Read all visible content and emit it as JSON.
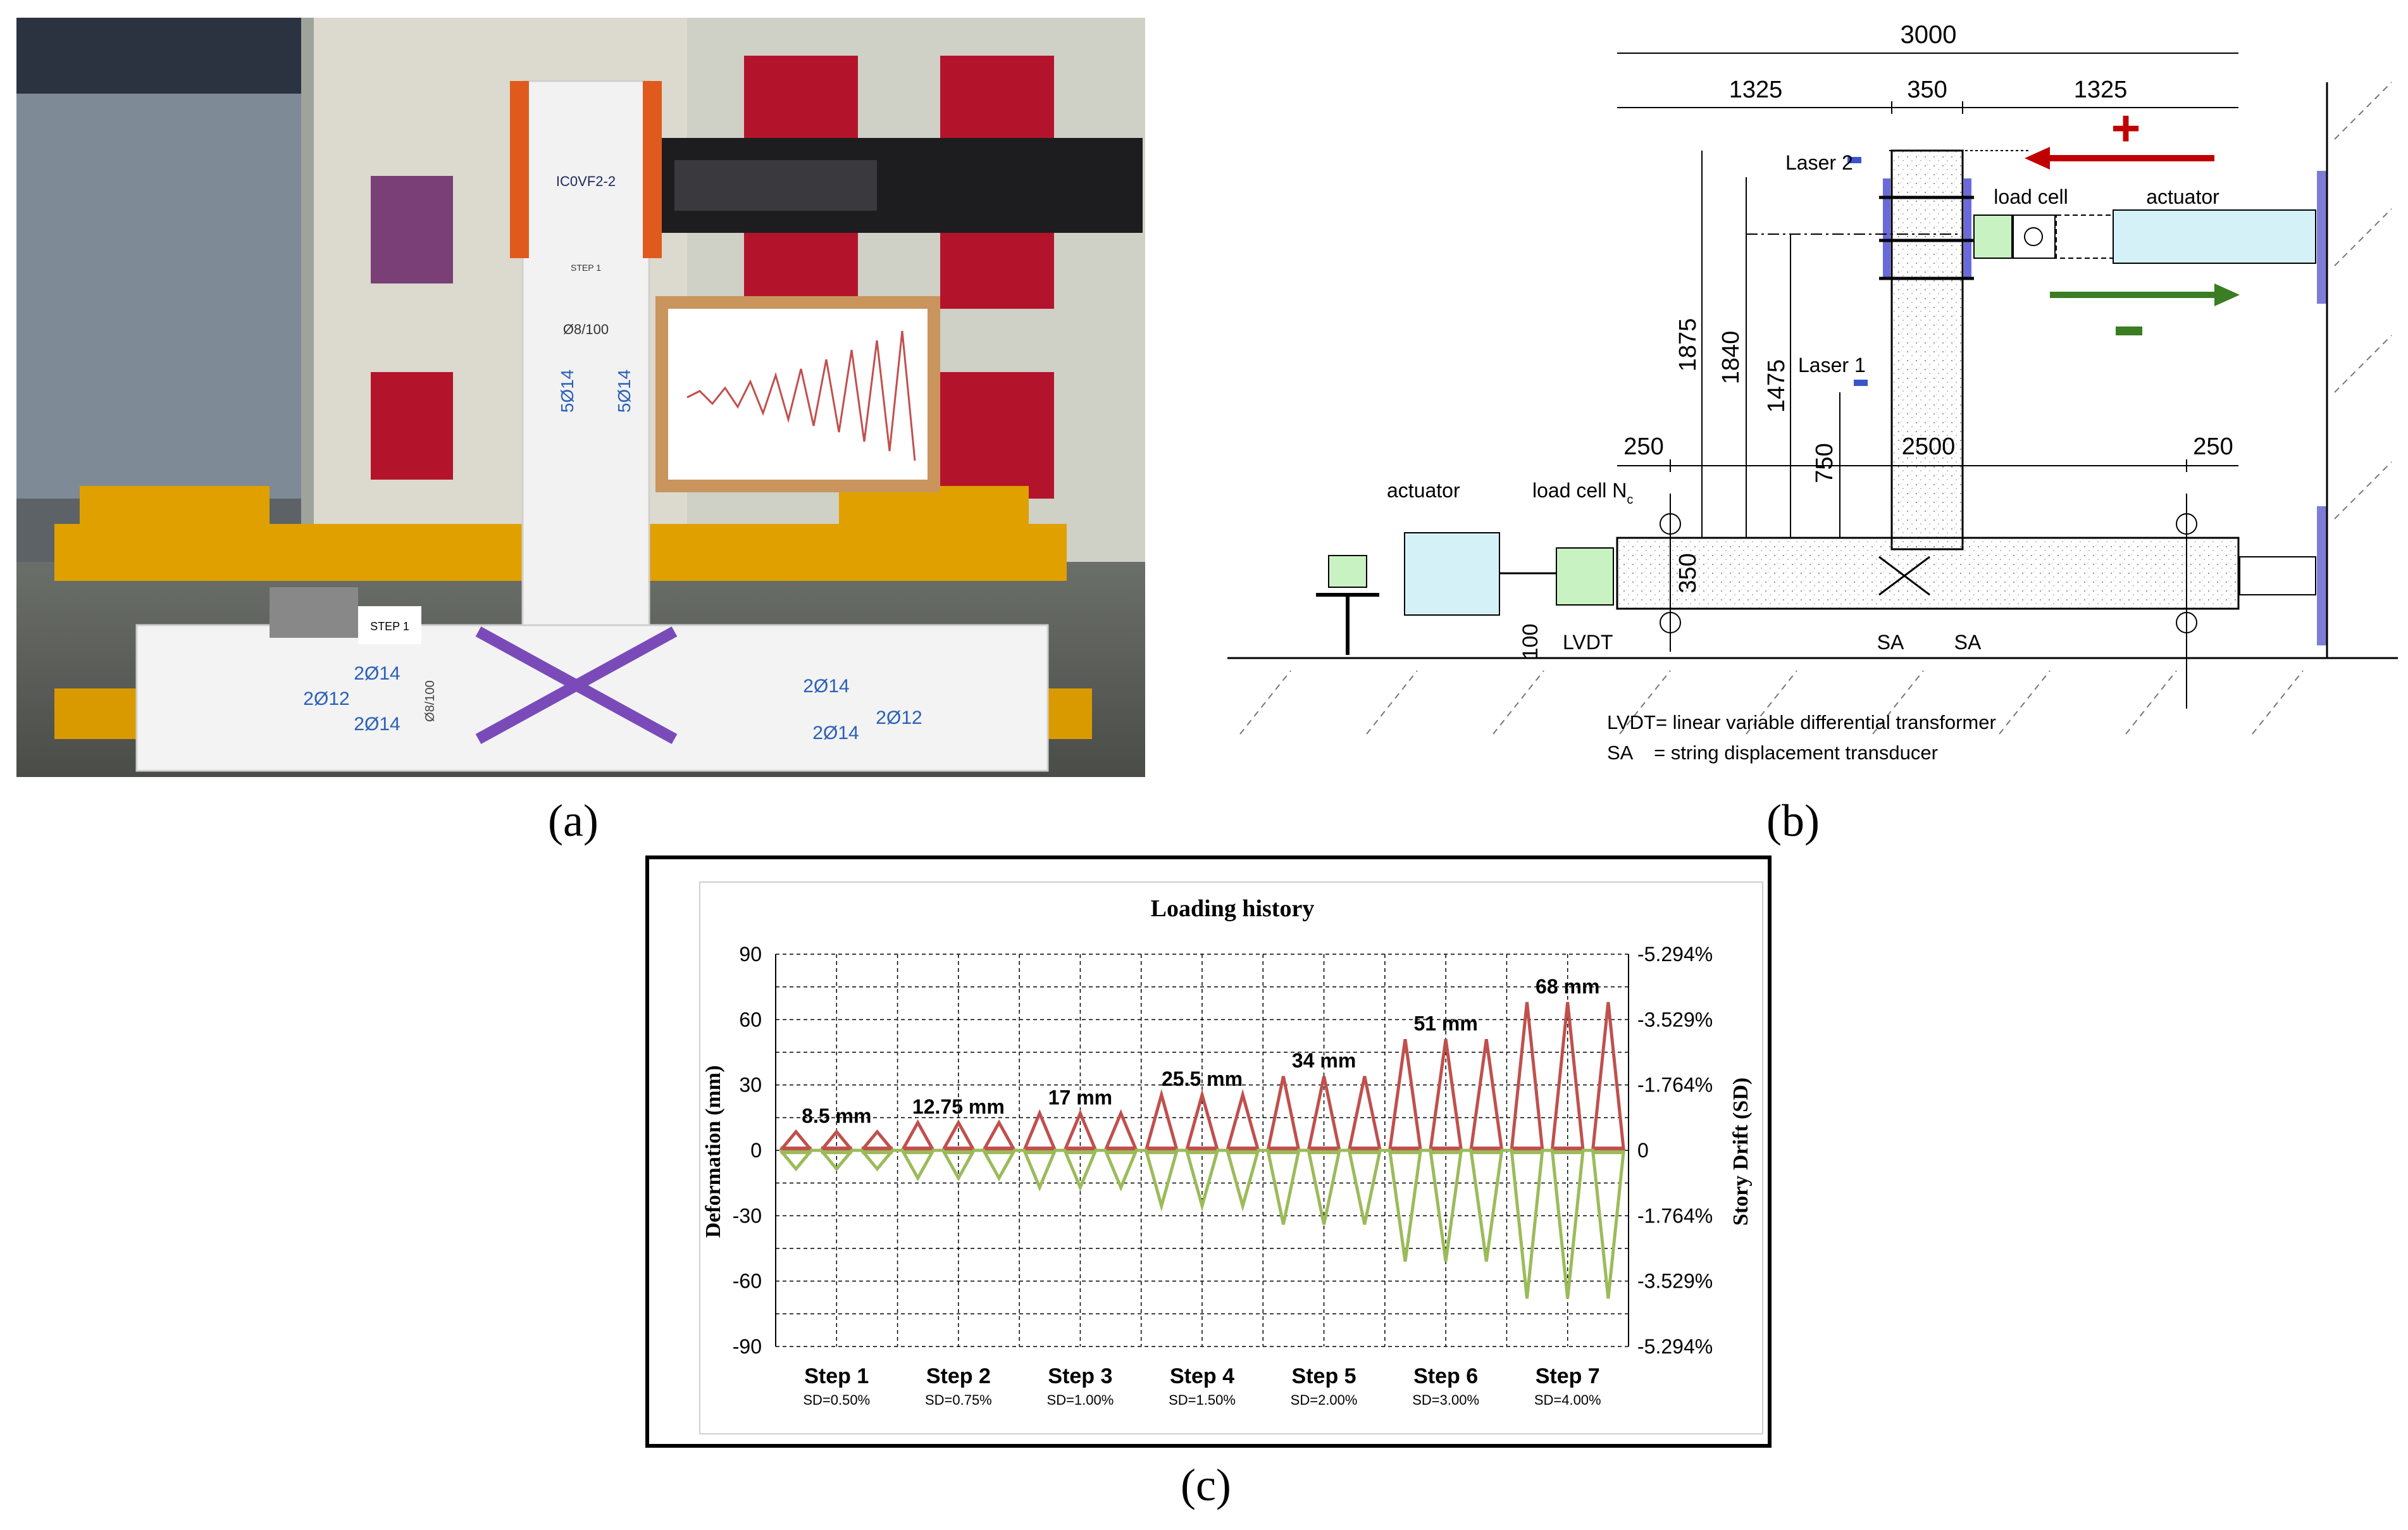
{
  "captions": {
    "a": "(a)",
    "b": "(b)",
    "c": "(c)"
  },
  "photo": {
    "labels": {
      "specimen": "IC0VF2-2",
      "step_sheet": "STEP 1",
      "stirrups": "Ø8/100",
      "col_left": "5Ø14",
      "col_right": "5Ø14",
      "beam_top_left": "2Ø14",
      "beam_bot_left": "2Ø12",
      "beam_mid_left": "2Ø14",
      "beam_stirrups": "Ø8/100",
      "beam_top_right": "2Ø14",
      "beam_mid_right": "2Ø14",
      "beam_bot_right": "2Ø12",
      "step_sign": "STEP 1"
    }
  },
  "diagram": {
    "dims": {
      "total": "3000",
      "left_top": "1325",
      "col_width": "350",
      "right_top": "1325",
      "h1875": "1875",
      "h1840": "1840",
      "h1475": "1475",
      "h750": "750",
      "beam_depth": "350",
      "offset100": "100",
      "left_support": "250",
      "span": "2500",
      "right_support": "250"
    },
    "labels": {
      "laser2": "Laser 2",
      "laser1": "Laser 1",
      "load_cell_top": "load cell",
      "actuator_top": "actuator",
      "actuator_left": "actuator",
      "load_cell_left": "load cell N",
      "load_cell_sub": "c",
      "lvdt": "LVDT",
      "sa1": "SA",
      "sa2": "SA",
      "plus": "+",
      "minus": "-",
      "legend1": "LVDT= linear variable differential transformer",
      "legend2": "SA    = string displacement transducer"
    },
    "colors": {
      "push": "#c00000",
      "pull": "#3a7d22",
      "actuator": "#d4f1f7",
      "loadcell": "#c9f2c2"
    }
  },
  "chart_data": {
    "type": "line",
    "title": "Loading history",
    "ylabel": "Deformation (mm)",
    "y2label": "Story Drift (SD)",
    "ylim": [
      -90,
      90
    ],
    "yticks": [
      90,
      60,
      30,
      0,
      -30,
      -60,
      -90
    ],
    "y2ticks": [
      "-5.294%",
      "-3.529%",
      "-1.764%",
      "0",
      "-1.764%",
      "-3.529%",
      "-5.294%"
    ],
    "categories": [
      "Step 1",
      "Step 2",
      "Step 3",
      "Step 4",
      "Step 5",
      "Step 6",
      "Step 7"
    ],
    "sublabels": [
      "SD=0.50%",
      "SD=0.75%",
      "SD=1.00%",
      "SD=1.50%",
      "SD=2.00%",
      "SD=3.00%",
      "SD=4.00%"
    ],
    "amplitudes_mm": [
      8.5,
      12.75,
      17,
      25.5,
      34,
      51,
      68
    ],
    "peak_labels": [
      "8.5 mm",
      "12.75 mm",
      "17 mm",
      "25.5 mm",
      "34 mm",
      "51 mm",
      "68 mm"
    ],
    "cycles_per_step": 3,
    "series": [
      {
        "color": "#c0504d",
        "values": [
          8.5,
          12.75,
          17,
          25.5,
          34,
          51,
          68
        ]
      },
      {
        "color": "#9bbb59",
        "values": [
          -8.5,
          -12.75,
          -17,
          -25.5,
          -34,
          -51,
          -68
        ]
      }
    ],
    "grid": true
  }
}
